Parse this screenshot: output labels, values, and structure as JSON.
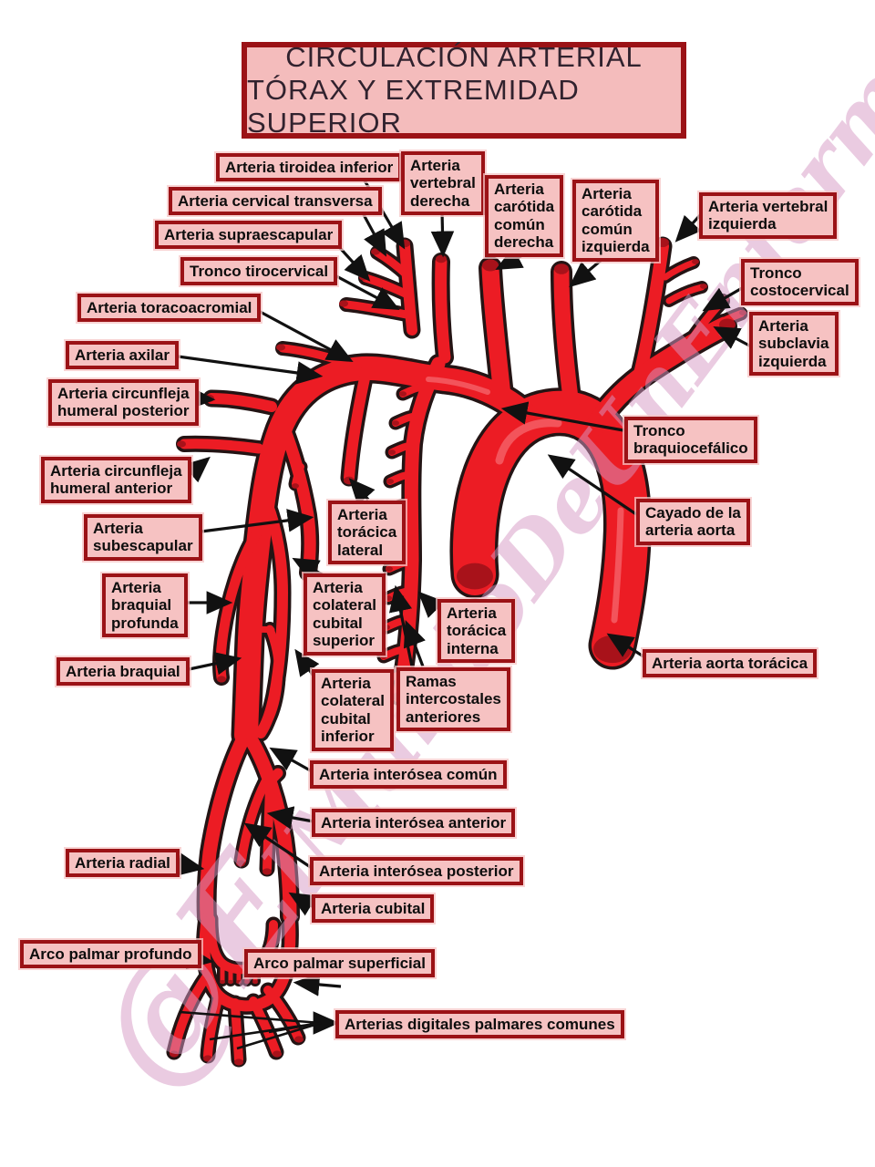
{
  "title": {
    "line1": "CIRCULACIÓN ARTERIAL",
    "line2": "TÓRAX Y EXTREMIDAD SUPERIOR"
  },
  "watermark": "@ElMundoDeUnEnfermero",
  "colors": {
    "artery_red": "#ec1c24",
    "artery_outline": "#241414",
    "artery_cap_dark": "#a8121a",
    "box_fill": "#f6c2c2",
    "box_border": "#9b1216",
    "arrow": "#111111",
    "watermark_pink": "#d698c4",
    "background": "#ffffff"
  },
  "labels": {
    "tiroidea_inferior": "Arteria tiroidea inferior",
    "cervical_transversa": "Arteria cervical transversa",
    "supraescapular": "Arteria supraescapular",
    "tronco_tirocervical": "Tronco tirocervical",
    "vertebral_derecha": "Arteria\nvertebral\nderecha",
    "carotida_derecha": "Arteria\ncarótida\ncomún\nderecha",
    "carotida_izquierda": "Arteria\ncarótida\ncomún\nizquierda",
    "vertebral_izquierda": "Arteria vertebral\nizquierda",
    "tronco_costocervical": "Tronco\ncostocervical",
    "subclavia_izquierda": "Arteria\nsubclavia\nizquierda",
    "toracoacromial": "Arteria toracoacromial",
    "axilar": "Arteria axilar",
    "circunfleja_posterior": "Arteria circunfleja\nhumeral posterior",
    "circunfleja_anterior": "Arteria circunfleja\nhumeral anterior",
    "subescapular": "Arteria\nsubescapular",
    "toracica_lateral": "Arteria\ntorácica\nlateral",
    "braquial_profunda": "Arteria\nbraquial\nprofunda",
    "colateral_superior": "Arteria\ncolateral\ncubital\nsuperior",
    "braquial": "Arteria braquial",
    "colateral_inferior": "Arteria\ncolateral\ncubital\ninferior",
    "ramas_intercostales": "Ramas\nintercostales\nanteriores",
    "toracica_interna": "Arteria\ntorácica\ninterna",
    "tronco_braquiocefalico": "Tronco\nbraquiocefálico",
    "cayado_aorta": "Cayado de la\narteria aorta",
    "aorta_toracica": "Arteria aorta torácica",
    "interosea_comun": "Arteria interósea común",
    "interosea_anterior": "Arteria interósea anterior",
    "radial": "Arteria radial",
    "interosea_posterior": "Arteria interósea posterior",
    "cubital": "Arteria cubital",
    "arco_palmar_profundo": "Arco palmar profundo",
    "arco_palmar_superficial": "Arco palmar superficial",
    "digitales_palmares": "Arterias digitales palmares comunes"
  }
}
